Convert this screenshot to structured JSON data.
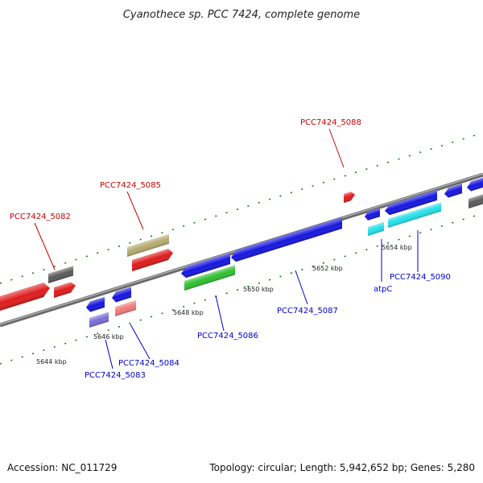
{
  "title": "Cyanothece sp. PCC 7424, complete genome",
  "footer": {
    "accession": "Accession: NC_011729",
    "summary": "Topology: circular; Length: 5,942,652 bp; Genes: 5,280"
  },
  "colors": {
    "forward_label": "#cc0000",
    "reverse_label": "#0000cc",
    "backbone": "#777777",
    "tick": "#1a7a1a"
  },
  "ticks": [
    "5644 kbp",
    "5646 kbp",
    "5648 kbp",
    "5650 kbp",
    "5652 kbp",
    "5654 kbp"
  ],
  "gene_labels": {
    "g5082": "PCC7424_5082",
    "g5083": "PCC7424_5083",
    "g5084": "PCC7424_5084",
    "g5085": "PCC7424_5085",
    "g5086": "PCC7424_5086",
    "g5087": "PCC7424_5087",
    "g5088": "PCC7424_5088",
    "atpC": "atpC",
    "g5090": "PCC7424_5090"
  }
}
